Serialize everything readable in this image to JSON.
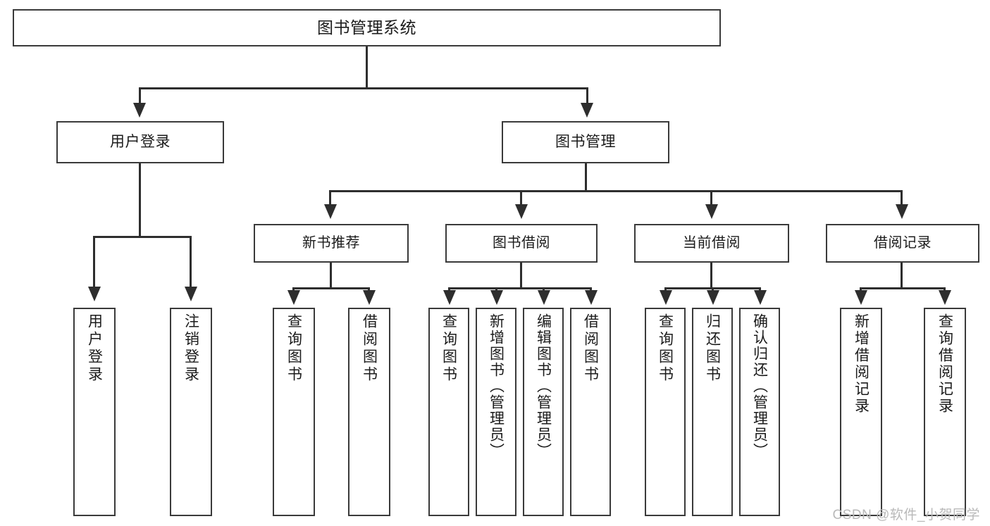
{
  "diagram": {
    "title": "图书管理系统",
    "type": "tree",
    "watermark": "CSDN @软件_小贺同学",
    "colors": {
      "box_border": "#3a3a3a",
      "connector": "#2e2e2e",
      "background": "#ffffff",
      "text": "#1b1b1b",
      "watermark": "#b9b9b9"
    },
    "root": {
      "label": "图书管理系统"
    },
    "level1": [
      {
        "label": "用户登录"
      },
      {
        "label": "图书管理"
      }
    ],
    "level2": [
      {
        "label": "新书推荐"
      },
      {
        "label": "图书借阅"
      },
      {
        "label": "当前借阅"
      },
      {
        "label": "借阅记录"
      }
    ],
    "leaves": {
      "user_login": [
        {
          "label": "用户登录"
        },
        {
          "label": "注销登录"
        }
      ],
      "new_book_recommend": [
        {
          "label": "查询图书"
        },
        {
          "label": "借阅图书"
        }
      ],
      "book_borrow": [
        {
          "label": "查询图书"
        },
        {
          "label": "新增图书（管理员）"
        },
        {
          "label": "编辑图书（管理员）"
        },
        {
          "label": "借阅图书"
        }
      ],
      "current_borrow": [
        {
          "label": "查询图书"
        },
        {
          "label": "归还图书"
        },
        {
          "label": "确认归还（管理员）"
        }
      ],
      "borrow_record": [
        {
          "label": "新增借阅记录"
        },
        {
          "label": "查询借阅记录"
        }
      ]
    }
  }
}
